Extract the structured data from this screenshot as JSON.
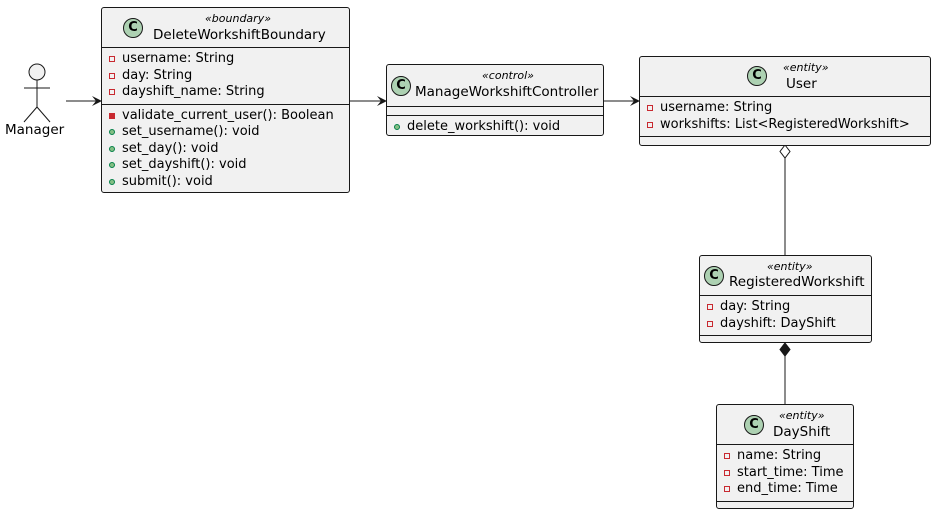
{
  "actor": {
    "name": "Manager"
  },
  "classes": {
    "boundary": {
      "badge": "C",
      "stereotype": "«boundary»",
      "name": "DeleteWorkshiftBoundary",
      "attributes": [
        {
          "vis": "private",
          "text": "username: String"
        },
        {
          "vis": "private",
          "text": "day: String"
        },
        {
          "vis": "private",
          "text": "dayshift_name: String"
        }
      ],
      "methods": [
        {
          "vis": "private",
          "text": "validate_current_user(): Boolean"
        },
        {
          "vis": "public",
          "text": "set_username(): void"
        },
        {
          "vis": "public",
          "text": "set_day(): void"
        },
        {
          "vis": "public",
          "text": "set_dayshift(): void"
        },
        {
          "vis": "public",
          "text": "submit(): void"
        }
      ]
    },
    "controller": {
      "badge": "C",
      "stereotype": "«control»",
      "name": "ManageWorkshiftController",
      "attributes": [],
      "methods": [
        {
          "vis": "public",
          "text": "delete_workshift(): void"
        }
      ]
    },
    "user": {
      "badge": "C",
      "stereotype": "«entity»",
      "name": "User",
      "attributes": [
        {
          "vis": "private",
          "text": "username: String"
        },
        {
          "vis": "private",
          "text": "workshifts: List<RegisteredWorkshift>"
        }
      ],
      "methods": []
    },
    "registered": {
      "badge": "C",
      "stereotype": "«entity»",
      "name": "RegisteredWorkshift",
      "attributes": [
        {
          "vis": "private",
          "text": "day: String"
        },
        {
          "vis": "private",
          "text": "dayshift: DayShift"
        }
      ],
      "methods": []
    },
    "dayshift": {
      "badge": "C",
      "stereotype": "«entity»",
      "name": "DayShift",
      "attributes": [
        {
          "vis": "private",
          "text": "name: String"
        },
        {
          "vis": "private",
          "text": "start_time: Time"
        },
        {
          "vis": "private",
          "text": "end_time: Time"
        }
      ],
      "methods": []
    }
  },
  "relations": [
    {
      "from": "actor",
      "to": "boundary",
      "kind": "association-arrow"
    },
    {
      "from": "boundary",
      "to": "controller",
      "kind": "association-arrow"
    },
    {
      "from": "controller",
      "to": "user",
      "kind": "association-arrow"
    },
    {
      "from": "user",
      "to": "registered",
      "kind": "aggregation"
    },
    {
      "from": "registered",
      "to": "dayshift",
      "kind": "composition"
    }
  ],
  "colors": {
    "class_fill": "#f1f1f1",
    "border": "#181818",
    "badge_fill": "#add1b2",
    "private_marker": "#c82930",
    "public_marker": "#038048",
    "public_fill": "#84be84"
  }
}
